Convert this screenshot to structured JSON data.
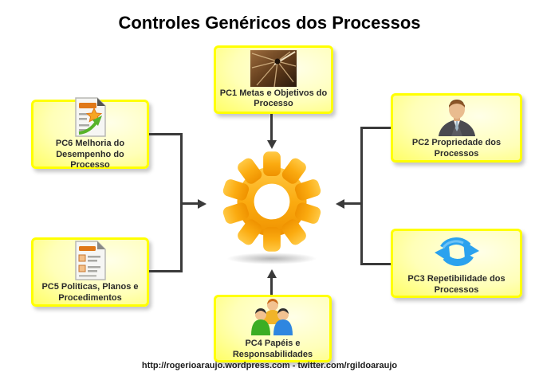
{
  "title": "Controles Genéricos dos Processos",
  "footer": "http://rogerioaraujo.wordpress.com - twitter.com/rgildoaraujo",
  "boxes": {
    "pc1": {
      "label": "PC1 Metas e Objetivos do Processo",
      "icon": "dartboard-photo-icon"
    },
    "pc2": {
      "label": "PC2 Propriedade dos Processos",
      "icon": "businessman-icon"
    },
    "pc3": {
      "label": "PC3 Repetibilidade dos Processos",
      "icon": "refresh-arrows-icon"
    },
    "pc4": {
      "label": "PC4 Papéis e Responsabilidades",
      "icon": "people-group-icon"
    },
    "pc5": {
      "label": "PC5 Politicas, Planos e Procedimentos",
      "icon": "document-checklist-icon"
    },
    "pc6": {
      "label": "PC6 Melhoria do Desempenho do Processo",
      "icon": "document-improvement-icon"
    }
  },
  "center": {
    "icon": "gear-icon"
  },
  "colors": {
    "box_border": "#FFFF00",
    "box_fill_light": "#FFFFE8",
    "box_fill_dark": "#FFFF66",
    "gear_top": "#FFC540",
    "gear_bottom": "#F09200",
    "connector": "#3A3A3A",
    "refresh_blue": "#2BA2EE",
    "label_text": "#2B2B2B"
  }
}
